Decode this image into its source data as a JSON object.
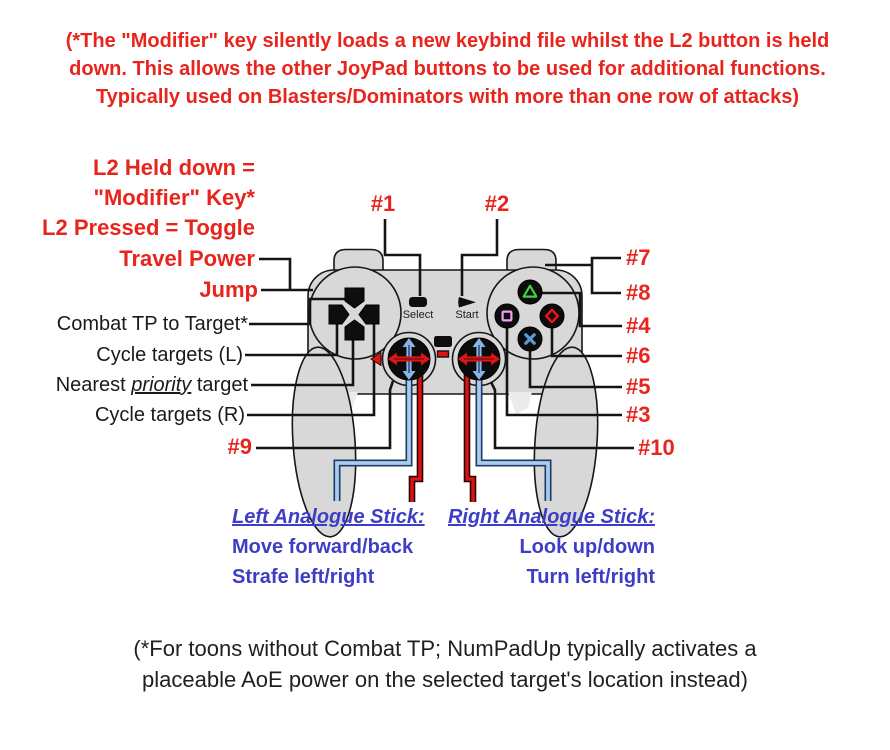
{
  "colors": {
    "red_text": "#e8251d",
    "blue_text": "#3d3dc6",
    "black_text": "#1a1a1a",
    "body_gray": "#d8d8d8",
    "stick_line_blue": "#a8cbee",
    "stick_line_red": "#d81414",
    "triangle_green": "#3fd43f",
    "square_pink": "#f0a0f0",
    "circle_red": "#e81414",
    "cross_blue": "#5b9bd5"
  },
  "top_note": {
    "lines": [
      "(*The \"Modifier\" key silently loads a new keybind file whilst the L2 button is held",
      "down. This allows the other JoyPad buttons to be used for additional functions.",
      "Typically used on Blasters/Dominators with more than one row of attacks)"
    ]
  },
  "left_red": {
    "lines": [
      "L2 Held down =",
      "\"Modifier\" Key*",
      "L2 Pressed = Toggle"
    ]
  },
  "callouts": {
    "travel_power": "Travel Power",
    "jump": "Jump",
    "combat_tp": "Combat TP to Target*",
    "cycle_l": "Cycle targets (L)",
    "nearest": {
      "prefix": "Nearest ",
      "em": "priority",
      "suffix": " target"
    },
    "cycle_r": "Cycle targets (R)",
    "num1": "#1",
    "num2": "#2",
    "num3": "#3",
    "num4": "#4",
    "num5": "#5",
    "num6": "#6",
    "num7": "#7",
    "num8": "#8",
    "num9": "#9",
    "num10": "#10"
  },
  "controller": {
    "select_label": "Select",
    "start_label": "Start",
    "face_buttons": [
      "triangle",
      "square",
      "circle",
      "cross"
    ]
  },
  "stick_notes": {
    "left": {
      "heading": "Left Analogue Stick:",
      "lines": [
        "Move forward/back",
        "Strafe left/right"
      ]
    },
    "right": {
      "heading": "Right Analogue Stick:",
      "lines": [
        "Look up/down",
        "Turn left/right"
      ]
    }
  },
  "footnote": {
    "lines": [
      "(*For toons without Combat TP; NumPadUp typically activates a",
      "placeable AoE power on the selected target's location instead)"
    ]
  }
}
